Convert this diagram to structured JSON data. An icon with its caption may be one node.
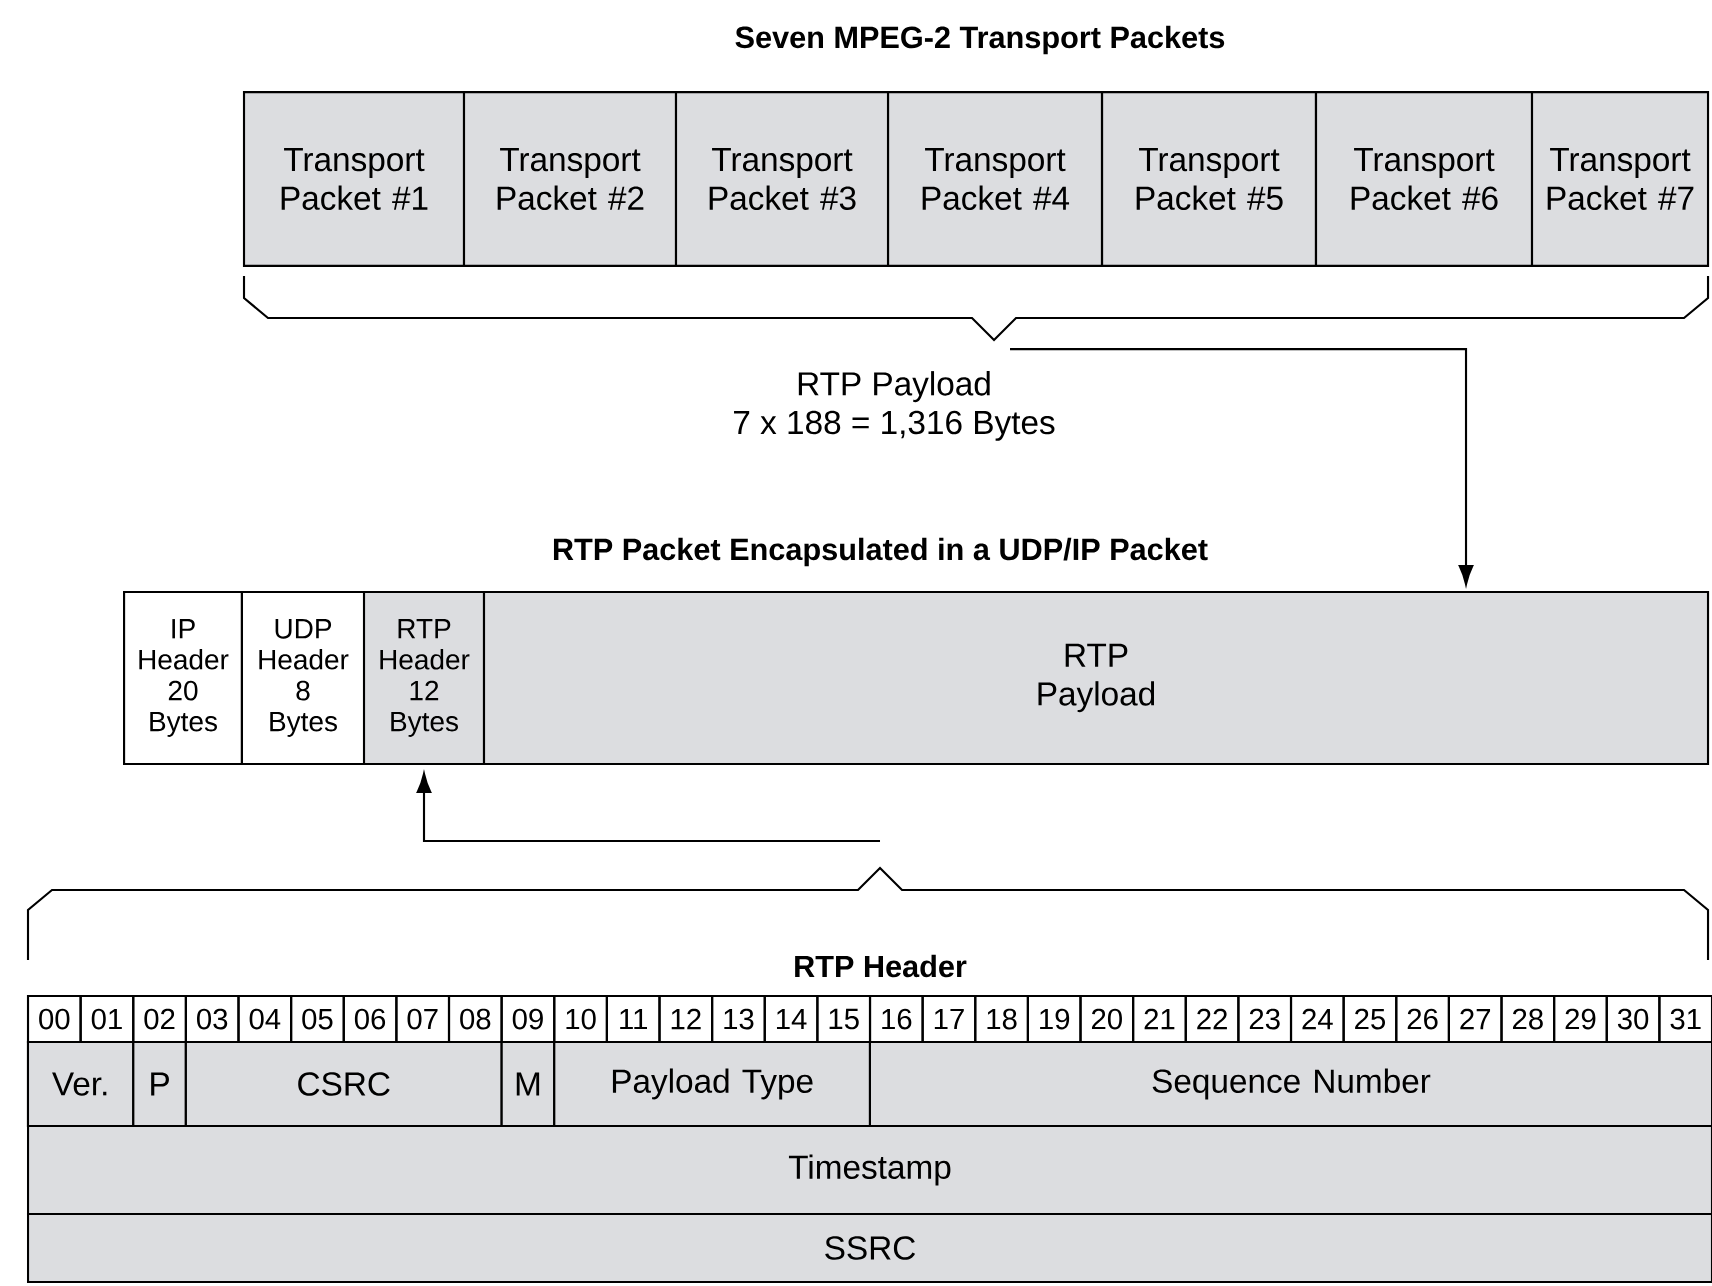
{
  "diagram": {
    "nodes": [
      {
        "text": [
          "Transport Packet #1"
        ]
      },
      {
        "text": [
          "Transport Packet #2"
        ]
      },
      {
        "text": [
          "Transport Packet #3"
        ]
      },
      {
        "text": [
          "Transport Packet #4"
        ]
      },
      {
        "text": [
          "Transport Packet #5"
        ]
      },
      {
        "text": [
          "Transport Packet #6"
        ]
      },
      {
        "text": [
          "Transport Packet #7"
        ]
      },
      {
        "text": [],
        "shape": "brace",
        "beside": [
          "RTP Payload",
          "7 x 188 = 1,316 Bytes"
        ]
      },
      {
        "text": [
          "IP Header 20 Bytes"
        ]
      },
      {
        "text": [
          "UDP Header 8 Bytes"
        ]
      },
      {
        "text": [
          "RTP Header 12 Bytes"
        ]
      },
      {
        "text": [
          "RTP Payload"
        ]
      },
      {
        "text": [],
        "shape": "brace"
      },
      {
        "text": [
          "Ver."
        ]
      },
      {
        "text": [
          "P"
        ]
      },
      {
        "text": [
          "CSRC"
        ]
      },
      {
        "text": [
          "M"
        ]
      },
      {
        "text": [
          "Payload Type"
        ]
      },
      {
        "text": [
          "Sequence Number"
        ]
      },
      {
        "text": [
          "Timestamp"
        ]
      },
      {
        "text": [
          "SSRC"
        ]
      }
    ],
    "edges": [
      {
        "from": 7,
        "to": 11,
        "arrow": "to"
      },
      {
        "from": 12,
        "to": 10,
        "arrow": "to"
      }
    ],
    "labels": [
      "Seven MPEG-2 Transport Packets",
      "RTP Packet Encapsulated in a UDP/IP Packet",
      "RTP Header",
      "00",
      "01",
      "02",
      "03",
      "04",
      "05",
      "06",
      "07",
      "08",
      "09",
      "10",
      "11",
      "12",
      "13",
      "14",
      "15",
      "16",
      "17",
      "18",
      "19",
      "20",
      "21",
      "22",
      "23",
      "24",
      "25",
      "26",
      "27",
      "28",
      "29",
      "30",
      "31"
    ]
  }
}
